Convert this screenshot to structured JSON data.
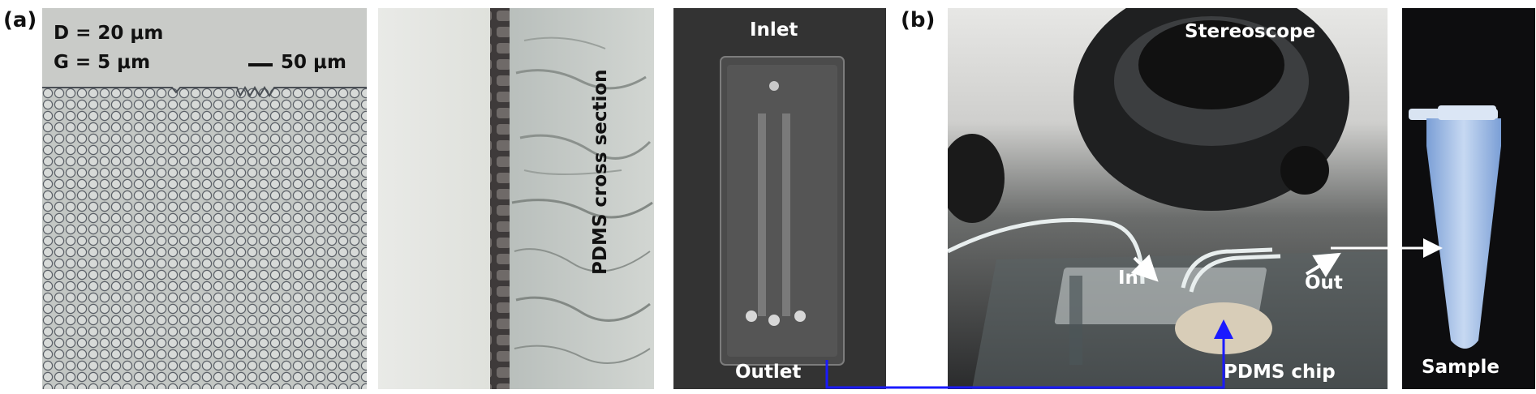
{
  "panels": {
    "a": {
      "label": "(a)",
      "micrograph": {
        "d_text": "D = 20 μm",
        "g_text": "G = 5 μm",
        "scale_text": "50 μm"
      },
      "cross_section": {
        "caption": "PDMS cross section"
      },
      "chip_photo": {
        "inlet_text": "Inlet",
        "outlet_text": "Outlet"
      }
    },
    "b": {
      "label": "(b)",
      "setup_photo": {
        "stereoscope_text": "Stereoscope",
        "in_text": "In",
        "out_text": "Out",
        "chip_text": "PDMS chip"
      },
      "sample_photo": {
        "sample_text": "Sample"
      }
    }
  },
  "colors": {
    "link_line": "#1a1aff",
    "arrow": "#ffffff"
  }
}
